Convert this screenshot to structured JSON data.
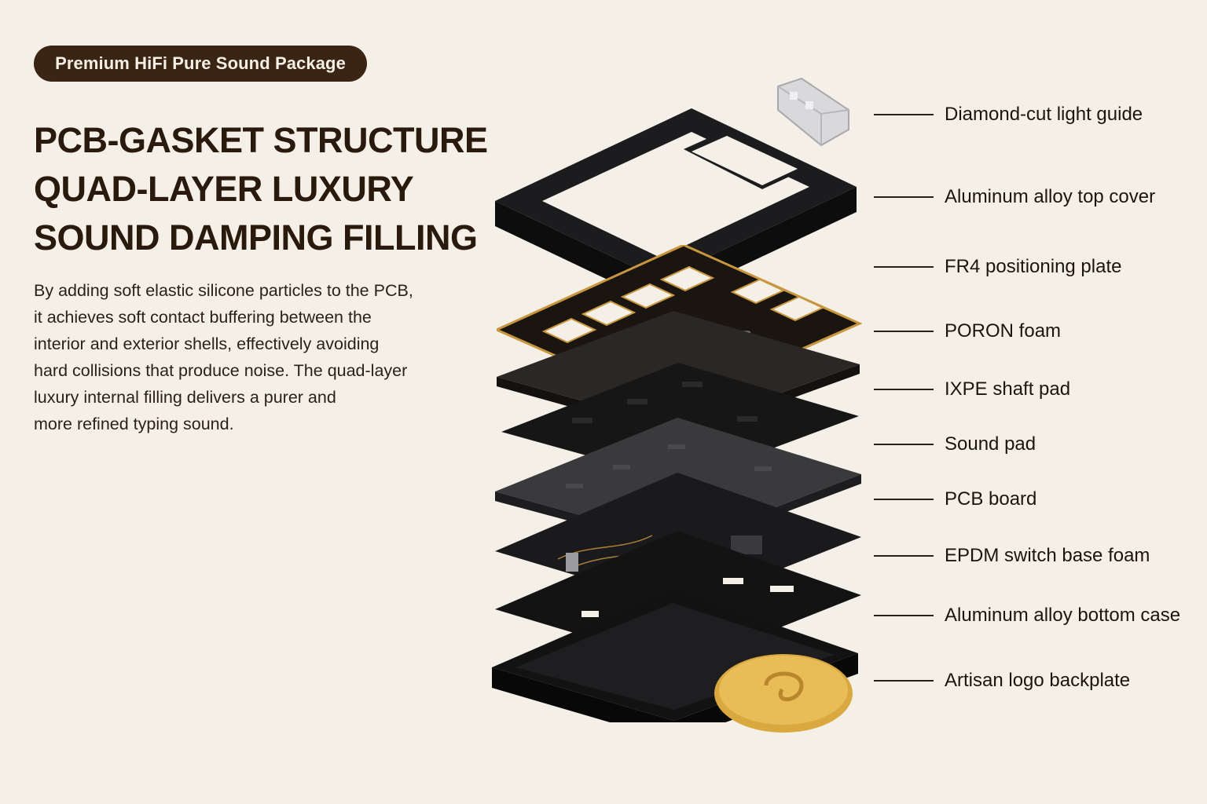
{
  "badge": "Premium HiFi Pure Sound Package",
  "headline": [
    "PCB-GASKET STRUCTURE",
    "QUAD-LAYER LUXURY",
    "SOUND DAMPING FILLING"
  ],
  "body_lines": [
    "By adding soft elastic silicone particles to the PCB,",
    "it achieves soft contact buffering between the",
    "interior and exterior shells, effectively avoiding",
    "hard collisions that produce noise. The quad-layer",
    "luxury internal filling delivers a purer and",
    "more refined typing sound."
  ],
  "callouts": [
    "Diamond-cut light guide",
    "Aluminum alloy top cover",
    "FR4 positioning plate",
    "PORON foam",
    "IXPE shaft pad",
    "Sound pad",
    "PCB board",
    "EPDM switch base foam",
    "Aluminum alloy bottom case",
    "Artisan logo backplate"
  ],
  "colors": {
    "background": "#f4f0e8",
    "badge": "#3a2414",
    "heading": "#2a1a0e",
    "copper_trace": "#c8963e",
    "gold_coin": "#d9a83f"
  }
}
